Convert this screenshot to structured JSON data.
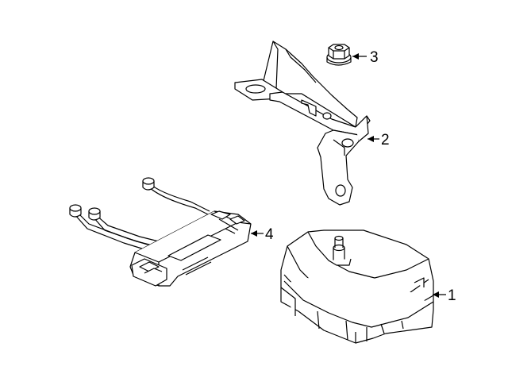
{
  "callouts": [
    {
      "number": "1",
      "part": "sensor-module"
    },
    {
      "number": "2",
      "part": "mounting-bracket"
    },
    {
      "number": "3",
      "part": "nut"
    },
    {
      "number": "4",
      "part": "antenna-control-module"
    }
  ],
  "colors": {
    "line": "#000000",
    "fill": "#ffffff",
    "background": "#ffffff"
  }
}
